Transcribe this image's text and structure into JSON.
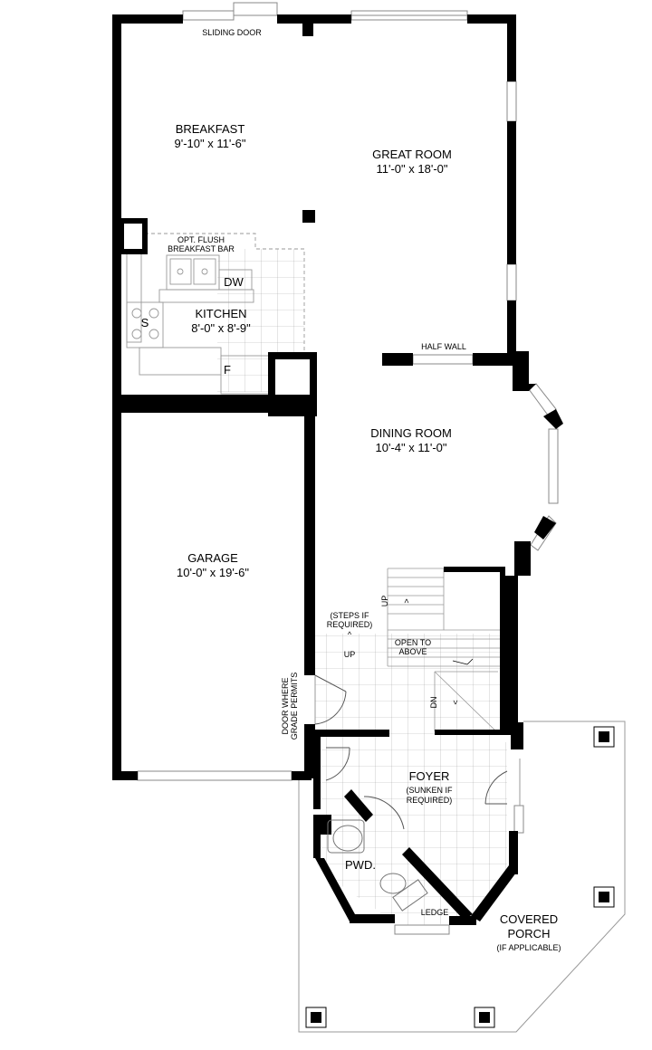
{
  "rooms": {
    "breakfast": {
      "name": "BREAKFAST",
      "dim": "9'-10\" x 11'-6\""
    },
    "great_room": {
      "name": "GREAT ROOM",
      "dim": "11'-0\" x 18'-0\""
    },
    "kitchen": {
      "name": "KITCHEN",
      "dim": "8'-0\" x 8'-9\""
    },
    "dining_room": {
      "name": "DINING ROOM",
      "dim": "10'-4\" x 11'-0\""
    },
    "garage": {
      "name": "GARAGE",
      "dim": "10'-0\" x 19'-6\""
    },
    "foyer": {
      "name": "FOYER",
      "note_1": "(SUNKEN IF",
      "note_2": "REQUIRED)"
    },
    "powder": {
      "name": "PWD."
    },
    "porch": {
      "name_1": "COVERED",
      "name_2": "PORCH",
      "note": "(IF APPLICABLE)"
    }
  },
  "labels": {
    "sliding_door": "SLIDING DOOR",
    "half_wall": "HALF WALL",
    "opt_bar_1": "OPT. FLUSH",
    "opt_bar_2": "BREAKFAST BAR",
    "dw": "DW",
    "stove": "S",
    "fridge": "F",
    "steps_1": "(STEPS IF",
    "steps_2": "REQUIRED)",
    "up": "UP",
    "up_stair": "UP",
    "dn": "DN",
    "open_above_1": "OPEN TO",
    "open_above_2": "ABOVE",
    "grade_door_1": "DOOR WHERE",
    "grade_door_2": "GRADE PERMITS",
    "ledge": "LEDGE"
  }
}
